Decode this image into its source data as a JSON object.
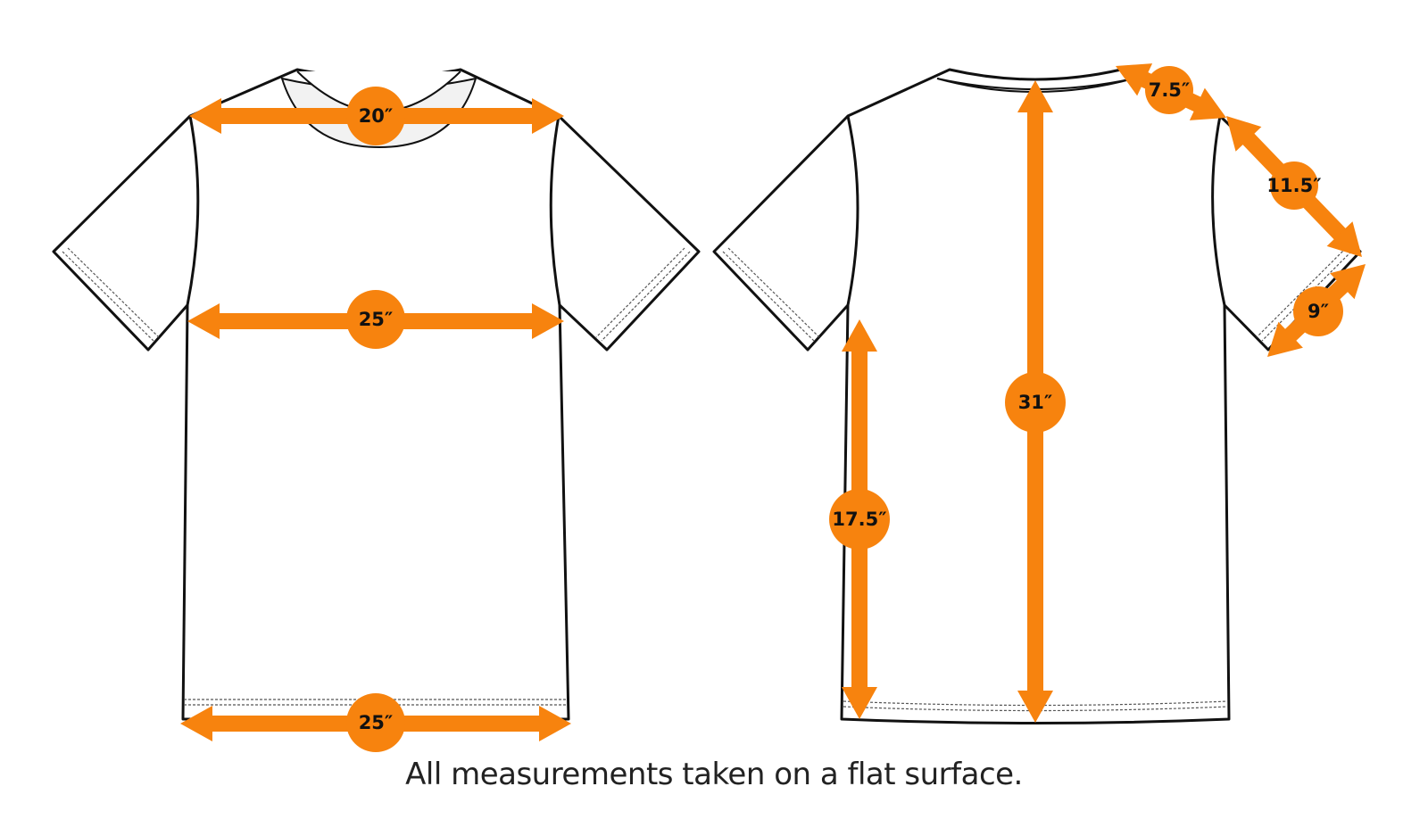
{
  "colors": {
    "accent": "#f7830e",
    "outline": "#111111",
    "background": "#ffffff"
  },
  "measurements": {
    "front_chest_top": "20″",
    "front_chest": "25″",
    "front_hem": "25″",
    "back_length": "31″",
    "side_length": "17.5″",
    "shoulder": "7.5″",
    "sleeve_length": "11.5″",
    "sleeve_opening": "9″"
  },
  "caption": "All measurements taken on a flat surface."
}
